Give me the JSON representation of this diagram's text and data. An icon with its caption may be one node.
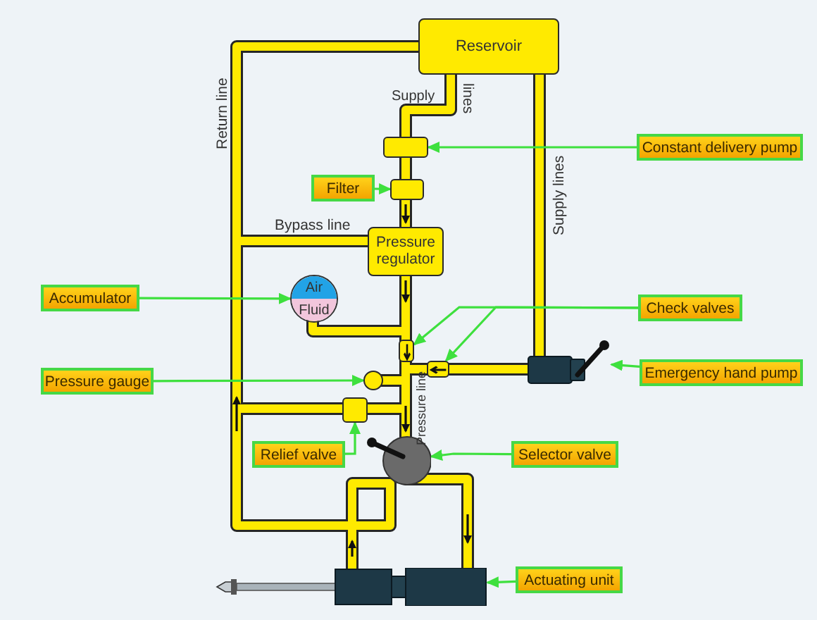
{
  "diagram": {
    "nodes": [
      {
        "text": [
          "Reservoir"
        ]
      },
      {
        "text": [
          "Constant delivery pump"
        ]
      },
      {
        "text": [],
        "shape": "box"
      },
      {
        "text": [
          "Filter"
        ]
      },
      {
        "text": [],
        "shape": "box"
      },
      {
        "text": [
          "Pressure regulator"
        ]
      },
      {
        "text": [
          "Accumulator"
        ]
      },
      {
        "text": [
          "Air",
          "Fluid"
        ]
      },
      {
        "text": [
          "Check valves"
        ]
      },
      {
        "text": [],
        "shape": "box"
      },
      {
        "text": [],
        "shape": "box"
      },
      {
        "text": [
          "Pressure gauge"
        ]
      },
      {
        "text": [],
        "shape": "circle"
      },
      {
        "text": [
          "Emergency hand pump"
        ]
      },
      {
        "text": [],
        "shape": "cylinder"
      },
      {
        "text": [
          "Relief valve"
        ]
      },
      {
        "text": [],
        "shape": "box"
      },
      {
        "text": [
          "Selector valve"
        ]
      },
      {
        "text": [],
        "shape": "circle"
      },
      {
        "text": [
          "Actuating unit"
        ]
      },
      {
        "text": [],
        "shape": "cylinder"
      }
    ],
    "edges": [
      {
        "from": 1,
        "to": 2,
        "arrow": "to"
      },
      {
        "from": 3,
        "to": 4,
        "arrow": "to"
      },
      {
        "from": 6,
        "to": 7,
        "arrow": "to"
      },
      {
        "from": 8,
        "to": 9,
        "arrow": "to"
      },
      {
        "from": 8,
        "to": 10,
        "arrow": "to"
      },
      {
        "from": 11,
        "to": 12,
        "arrow": "to"
      },
      {
        "from": 13,
        "to": 14,
        "arrow": "to"
      },
      {
        "from": 15,
        "to": 16,
        "arrow": "to"
      },
      {
        "from": 17,
        "to": 18,
        "arrow": "to"
      },
      {
        "from": 19,
        "to": 20,
        "arrow": "to"
      }
    ],
    "labels": [
      "Return line",
      "Supply",
      "lines",
      "Supply lines",
      "Bypass line",
      "Pressure line"
    ]
  }
}
